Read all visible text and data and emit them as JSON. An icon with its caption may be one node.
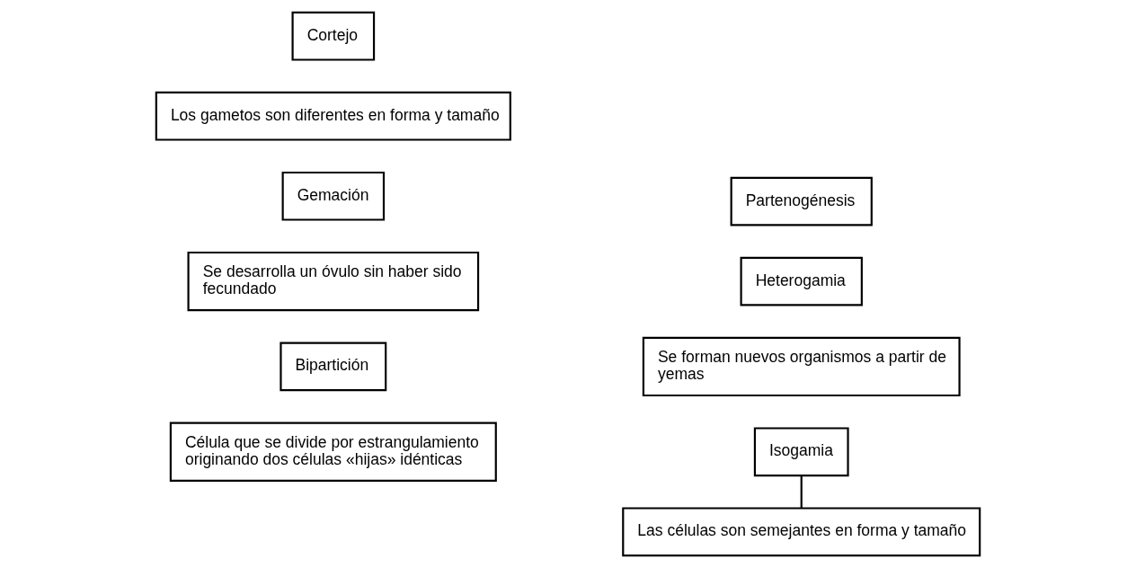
{
  "diagram": {
    "nodes": [
      {
        "text": [
          "Célula que se divide por estrangulamiento originando dos células «hijas» idénticas"
        ]
      },
      {
        "text": [
          "Bipartición"
        ]
      },
      {
        "text": [
          "Se desarrolla un óvulo sin haber sido fecundado"
        ]
      },
      {
        "text": [
          "Gemación"
        ]
      },
      {
        "text": [
          "Los gametos son diferentes en forma y tamaño"
        ]
      },
      {
        "text": [
          "Cortejo"
        ]
      },
      {
        "text": [
          "Isogamia"
        ]
      },
      {
        "text": [
          "Se forman nuevos organismos a partir de yemas"
        ]
      },
      {
        "text": [
          "Heterogamia"
        ]
      },
      {
        "text": [
          "Las células son semejantes en forma y tamaño"
        ]
      },
      {
        "text": [
          "Partenogénesis"
        ]
      }
    ],
    "edges": [
      {
        "from": 6,
        "to": 9,
        "arrow": "none"
      }
    ]
  }
}
